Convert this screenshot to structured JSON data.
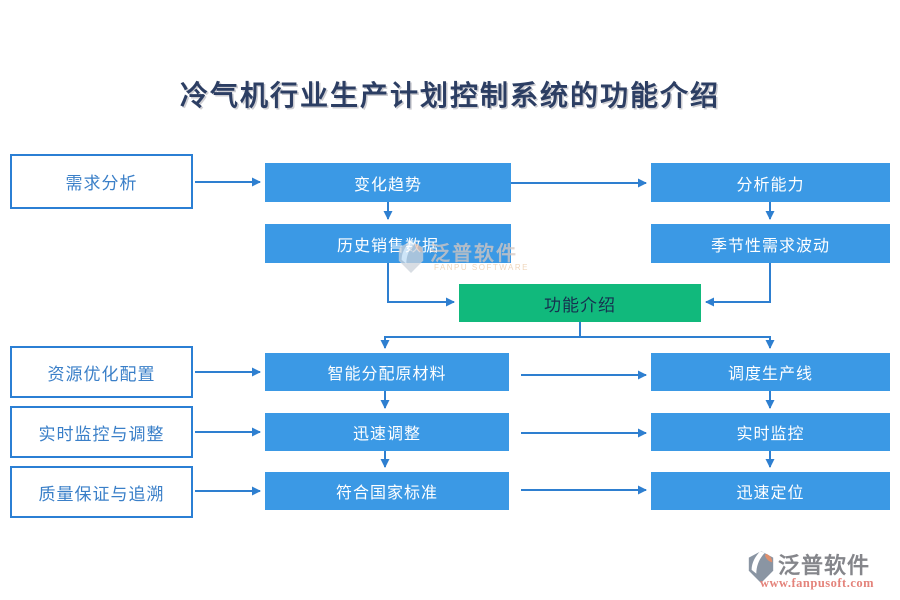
{
  "title": {
    "text": "冷气机行业生产计划控制系统的功能介绍"
  },
  "colors": {
    "node_blue": "#3b99e5",
    "node_green": "#11b97c",
    "arrow_blue": "#2e7fd0",
    "outline_border_blue": "#2b7fd4",
    "outline_text_blue": "#3a7fc8",
    "title_color": "#2c3e63",
    "footer_url_color": "#e4837b"
  },
  "flowchart": {
    "left_column": [
      {
        "label": "需求分析"
      },
      {
        "label": "资源优化配置"
      },
      {
        "label": "实时监控与调整"
      },
      {
        "label": "质量保证与追溯"
      }
    ],
    "middle_column": [
      {
        "label": "变化趋势"
      },
      {
        "label": "历史销售数据"
      },
      {
        "label": "智能分配原材料"
      },
      {
        "label": "迅速调整"
      },
      {
        "label": "符合国家标准"
      }
    ],
    "right_column": [
      {
        "label": "分析能力"
      },
      {
        "label": "季节性需求波动"
      },
      {
        "label": "调度生产线"
      },
      {
        "label": "实时监控"
      },
      {
        "label": "迅速定位"
      }
    ],
    "center_node": {
      "label": "功能介绍"
    }
  },
  "watermark": {
    "brand": "泛普软件",
    "brand_en": "FANPU SOFTWARE"
  },
  "footer": {
    "brand": "泛普软件",
    "website": "www.fanpusoft.com"
  }
}
